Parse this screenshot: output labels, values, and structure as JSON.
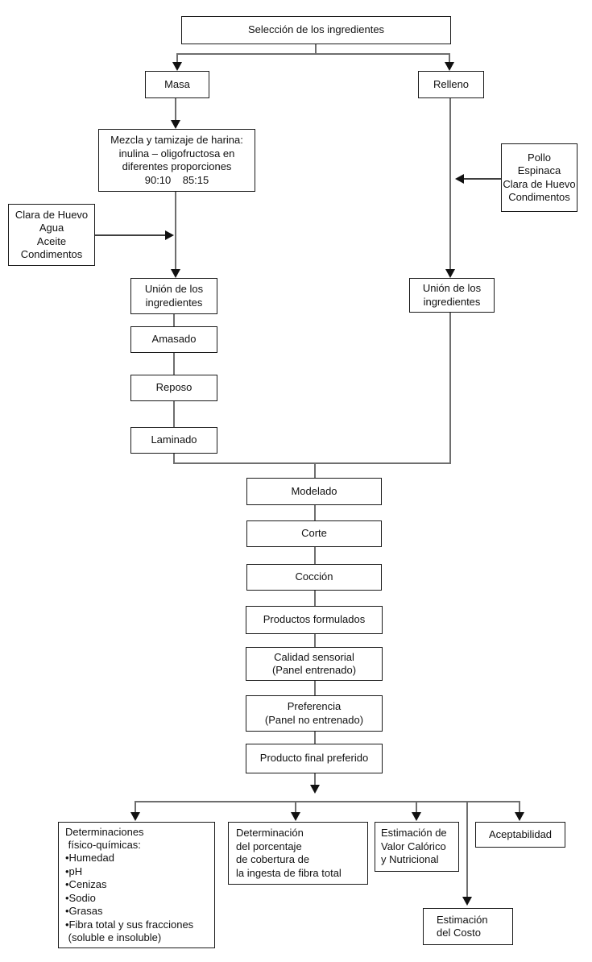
{
  "colors": {
    "connector_line": "#6e6e6e",
    "side_arrow_line": "#3f3f3f",
    "box_border": "#1a1a1a",
    "arrowhead": "#111111",
    "text": "#111111",
    "background": "#ffffff"
  },
  "nodes": {
    "seleccion": {
      "label": "Selección de los ingredientes"
    },
    "masa": {
      "label": "Masa"
    },
    "relleno": {
      "label": "Relleno"
    },
    "mezcla": {
      "lines": [
        "Mezcla y tamizaje de harina:",
        "inulina – oligofructosa en",
        "diferentes proporciones",
        "90:10    85:15"
      ]
    },
    "pollo": {
      "lines": [
        "Pollo",
        "Espinaca",
        "Clara de Huevo",
        "Condimentos"
      ]
    },
    "clara": {
      "lines": [
        "Clara de Huevo",
        "Agua",
        "Aceite",
        "Condimentos"
      ]
    },
    "union_masa": {
      "lines": [
        "Unión de los",
        "ingredientes"
      ]
    },
    "union_relleno": {
      "lines": [
        "Unión de los",
        "ingredientes"
      ]
    },
    "amasado": {
      "label": "Amasado"
    },
    "reposo": {
      "label": "Reposo"
    },
    "laminado": {
      "label": "Laminado"
    },
    "modelado": {
      "label": "Modelado"
    },
    "corte": {
      "label": "Corte"
    },
    "coccion": {
      "label": "Cocción"
    },
    "productos_formulados": {
      "label": "Productos formulados"
    },
    "calidad_sensorial": {
      "lines": [
        "Calidad sensorial",
        "(Panel entrenado)"
      ]
    },
    "preferencia": {
      "lines": [
        "Preferencia",
        "(Panel no entrenado)"
      ]
    },
    "producto_final": {
      "label": "Producto final preferido"
    },
    "determinaciones": {
      "lines": [
        "Determinaciones",
        " físico-químicas:",
        "•Humedad",
        "•pH",
        "•Cenizas",
        "•Sodio",
        "•Grasas",
        "•Fibra total y sus fracciones",
        " (soluble e insoluble)"
      ]
    },
    "det_porcentaje": {
      "lines": [
        "Determinación",
        "del porcentaje",
        "de cobertura de",
        "la ingesta de fibra total"
      ]
    },
    "est_valor": {
      "lines": [
        "Estimación de",
        "Valor Calórico",
        "y Nutricional"
      ]
    },
    "aceptabilidad": {
      "label": "Aceptabilidad"
    },
    "est_costo": {
      "lines": [
        "Estimación",
        "del Costo"
      ]
    }
  }
}
